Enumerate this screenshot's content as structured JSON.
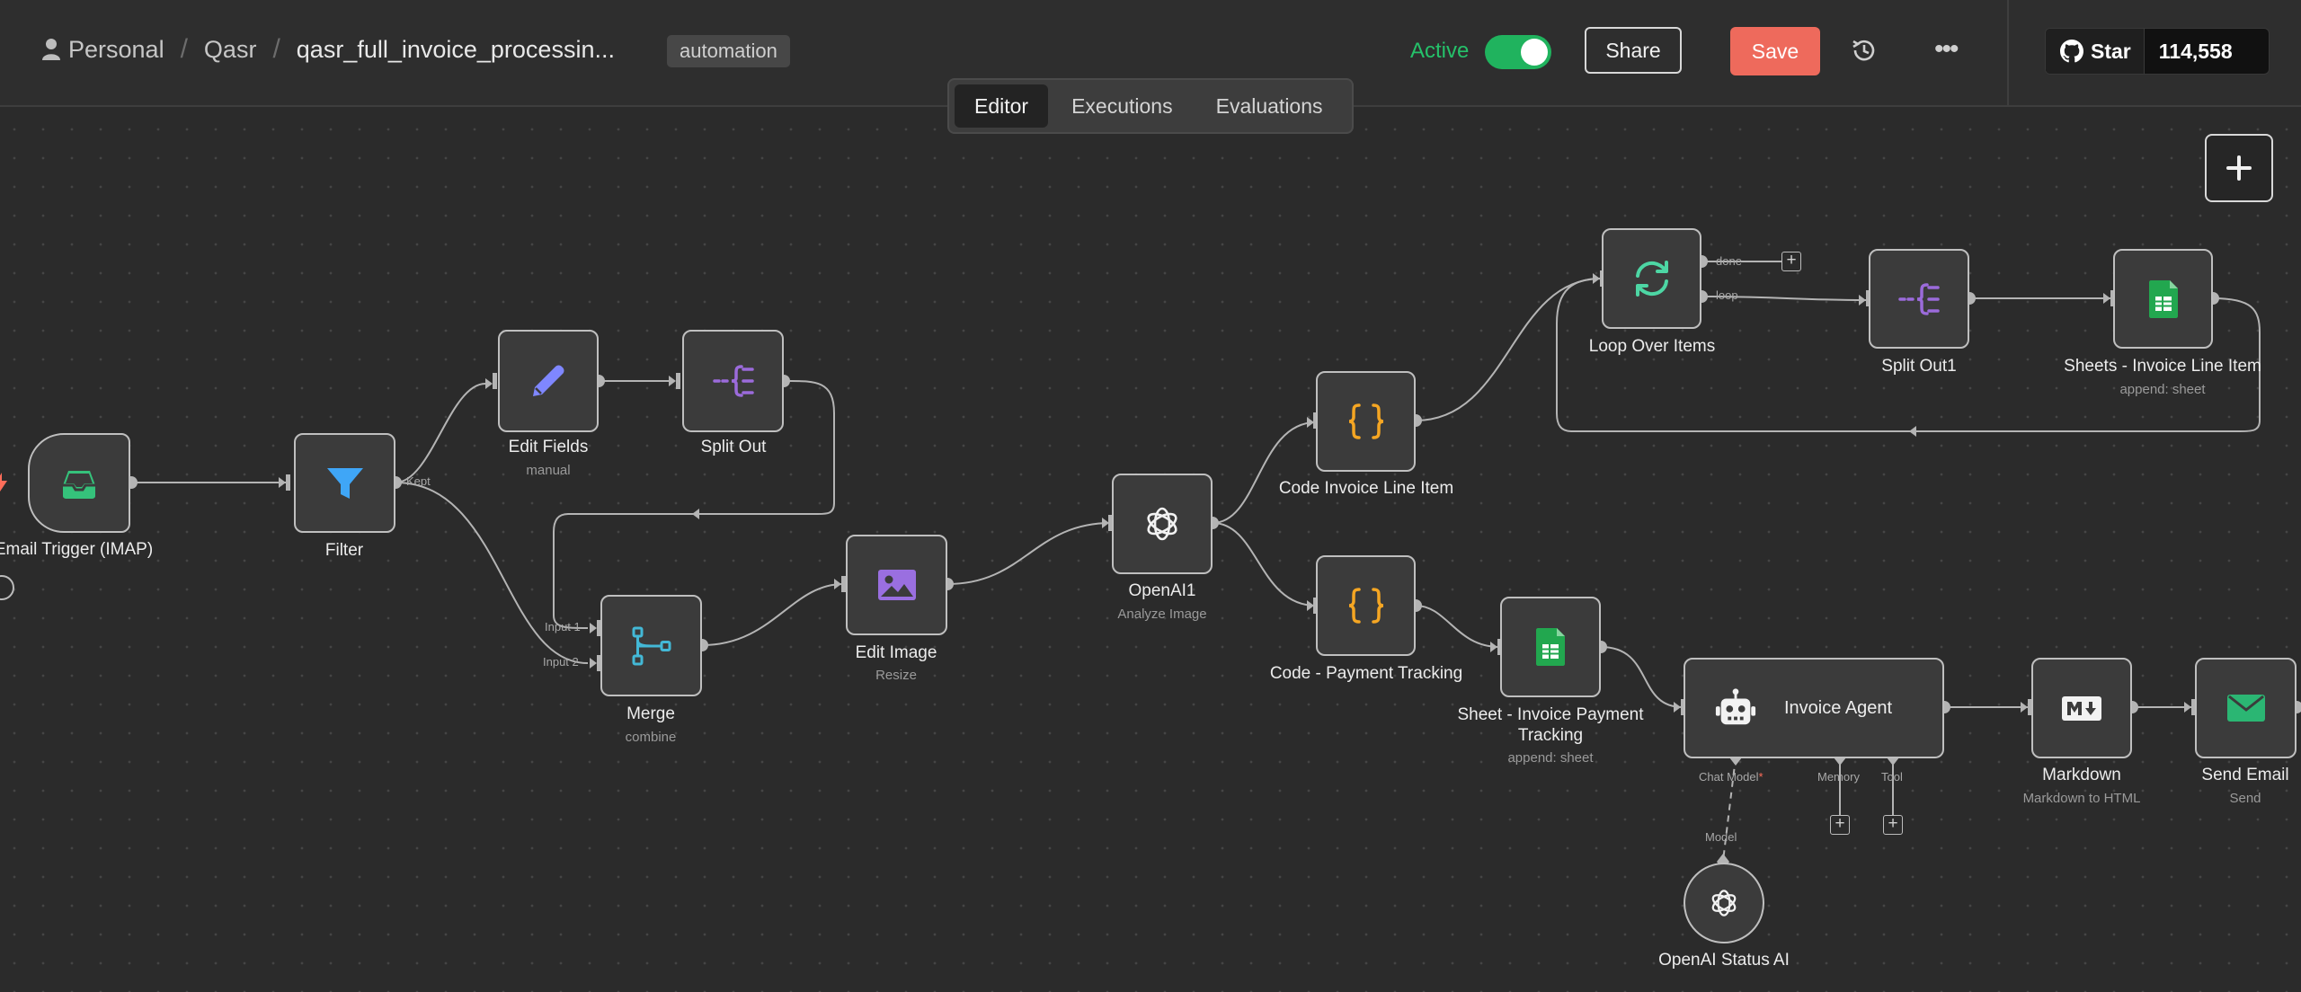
{
  "header": {
    "breadcrumb": [
      "Personal",
      "Qasr",
      "qasr_full_invoice_processin..."
    ],
    "tag": "automation",
    "active_label": "Active",
    "active_toggle": true,
    "share_label": "Share",
    "save_label": "Save",
    "more_label": "•••",
    "github": {
      "star_label": "Star",
      "star_count": "114,558"
    }
  },
  "tabs": [
    {
      "label": "Editor",
      "active": true
    },
    {
      "label": "Executions",
      "active": false
    },
    {
      "label": "Evaluations",
      "active": false
    }
  ],
  "add_node_label": "+",
  "nodes": {
    "email_trigger": {
      "label": "Email Trigger (IMAP)",
      "icon": "inbox-icon",
      "color": "#35c27b"
    },
    "filter": {
      "label": "Filter",
      "icon": "filter-icon",
      "color": "#3fa6f7",
      "output": "Kept"
    },
    "edit_fields": {
      "label": "Edit Fields",
      "sub": "manual",
      "icon": "pencil-icon",
      "color": "#7f87ff"
    },
    "split_out": {
      "label": "Split Out",
      "icon": "split-icon",
      "color": "#9b6bdb"
    },
    "merge": {
      "label": "Merge",
      "sub": "combine",
      "icon": "merge-icon",
      "color": "#43b8d6",
      "inputs": [
        "Input 1",
        "Input 2"
      ]
    },
    "edit_image": {
      "label": "Edit Image",
      "sub": "Resize",
      "icon": "image-icon",
      "color": "#9a6fe0"
    },
    "openai1": {
      "label": "OpenAI1",
      "sub": "Analyze Image",
      "icon": "openai-icon"
    },
    "code_invoice": {
      "label": "Code Invoice Line Item",
      "icon": "code-icon",
      "color": "#f5a623"
    },
    "code_payment": {
      "label": "Code - Payment Tracking",
      "icon": "code-icon",
      "color": "#f5a623"
    },
    "loop": {
      "label": "Loop Over Items",
      "icon": "loop-icon",
      "color": "#4dd6a4",
      "outputs": [
        "done",
        "loop"
      ]
    },
    "split_out1": {
      "label": "Split Out1",
      "icon": "split-icon",
      "color": "#9b6bdb"
    },
    "sheets_line": {
      "label": "Sheets - Invoice Line Item",
      "sub": "append: sheet",
      "icon": "sheets-icon",
      "color": "#22a74f"
    },
    "sheet_payment": {
      "label": "Sheet - Invoice Payment Tracking",
      "sub": "append: sheet",
      "icon": "sheets-icon",
      "color": "#22a74f"
    },
    "agent": {
      "label": "Invoice Agent",
      "icon": "robot-icon",
      "ports": [
        "Chat Model",
        "Memory",
        "Tool"
      ],
      "required_mark": "*"
    },
    "markdown": {
      "label": "Markdown",
      "sub": "Markdown to HTML",
      "icon": "markdown-icon"
    },
    "send_email": {
      "label": "Send Email",
      "sub": "Send",
      "icon": "mail-icon",
      "color": "#2bb673"
    },
    "openai_status": {
      "label": "OpenAI Status AI",
      "port": "Model",
      "icon": "openai-icon"
    }
  }
}
